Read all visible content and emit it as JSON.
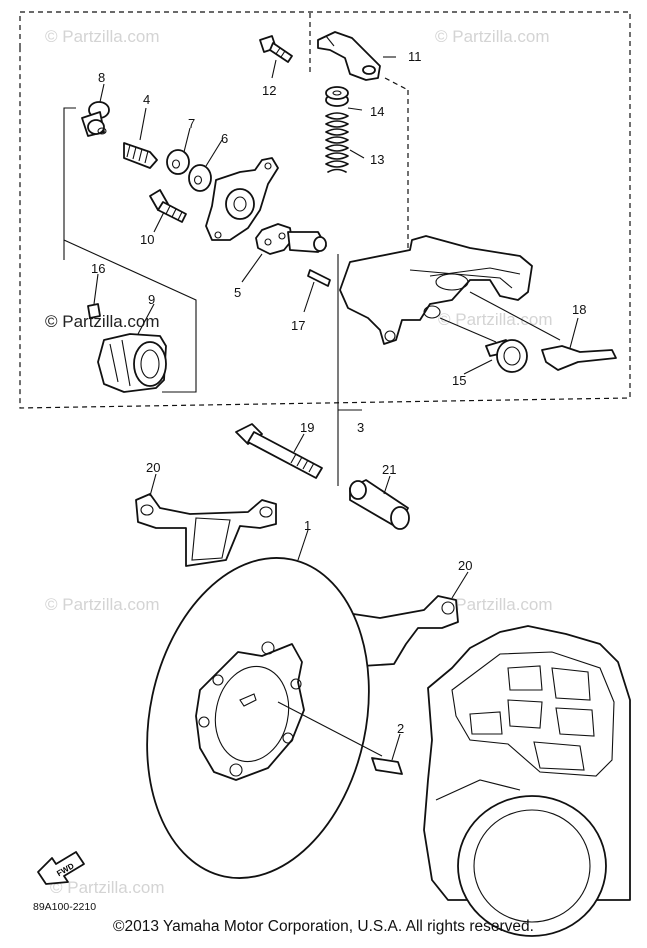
{
  "watermark": {
    "text": "© Partzilla.com"
  },
  "callouts": [
    "1",
    "2",
    "3",
    "4",
    "5",
    "6",
    "7",
    "8",
    "9",
    "10",
    "11",
    "12",
    "13",
    "14",
    "15",
    "16",
    "17",
    "18",
    "19",
    "20",
    "20",
    "21"
  ],
  "fwd_label": "FWD",
  "diagram_code": "89A100-2210",
  "footer": "©2013  Yamaha Motor Corporation, U.S.A. All rights reserved."
}
